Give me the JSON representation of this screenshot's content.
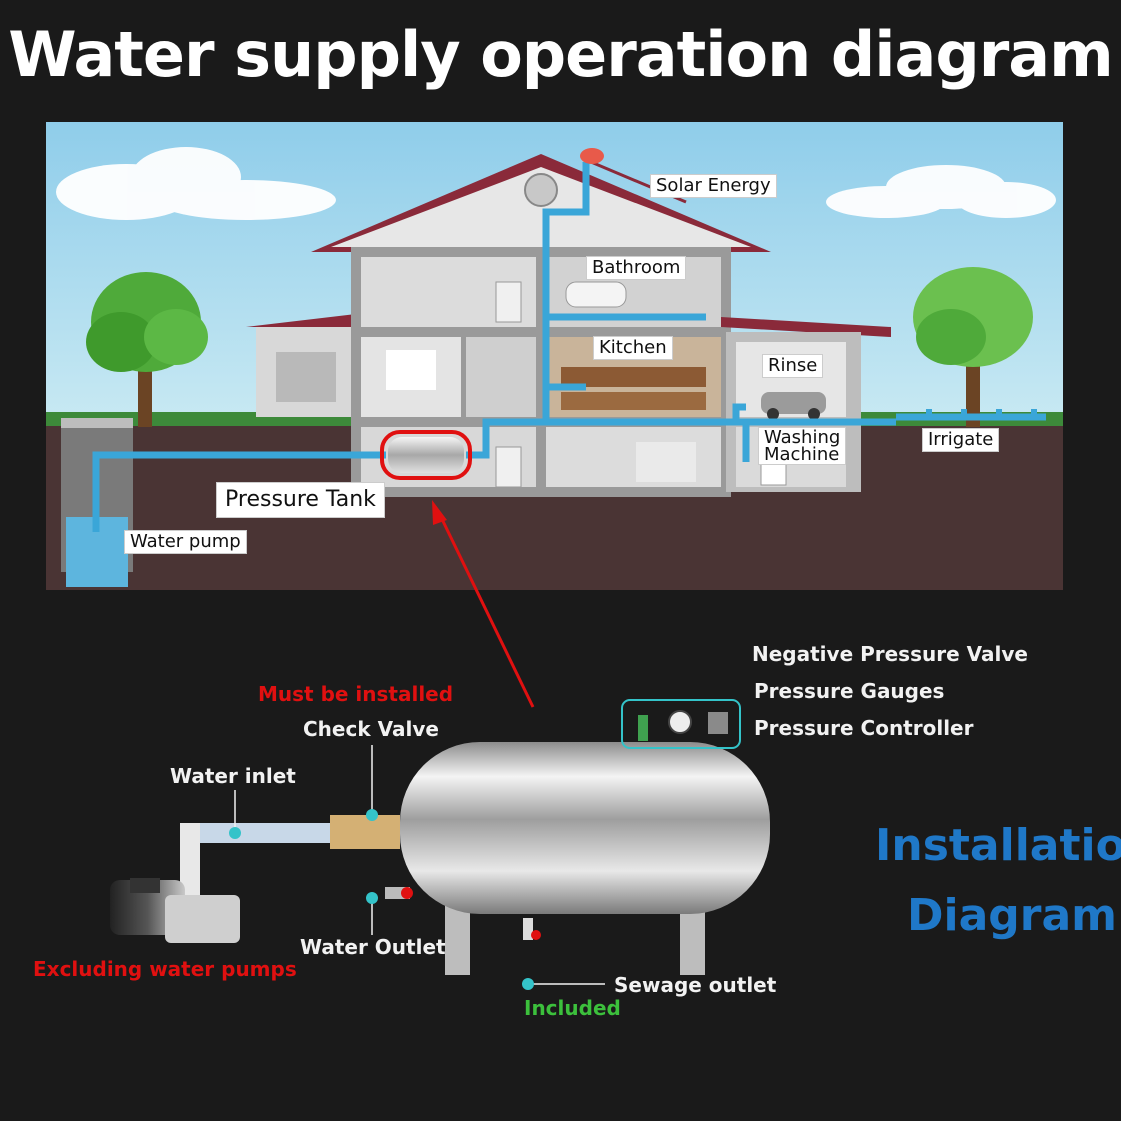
{
  "title": "Water supply operation diagram",
  "house_labels": {
    "solar": "Solar Energy",
    "bathroom": "Bathroom",
    "kitchen": "Kitchen",
    "rinse": "Rinse",
    "washing_line1": "Washing",
    "washing_line2": "Machine",
    "irrigate": "Irrigate",
    "pressure_tank": "Pressure Tank",
    "water_pump": "Water pump"
  },
  "installation": {
    "must_installed": "Must be installed",
    "check_valve": "Check Valve",
    "water_inlet": "Water inlet",
    "excluding": "Excluding water pumps",
    "water_outlet": "Water Outlet",
    "sewage_outlet": "Sewage outlet",
    "included": "Included",
    "negative_valve": "Negative Pressure Valve",
    "gauges": "Pressure Gauges",
    "controller": "Pressure Controller",
    "heading_line1": "Installation",
    "heading_line2": "Diagram"
  },
  "colors": {
    "sky": "#9fd3ec",
    "ground": "#4a3434",
    "pipe": "#3aa6d8",
    "roof": "#8a2a3a",
    "accent_red": "#e01010",
    "teal": "#34c3c9"
  }
}
